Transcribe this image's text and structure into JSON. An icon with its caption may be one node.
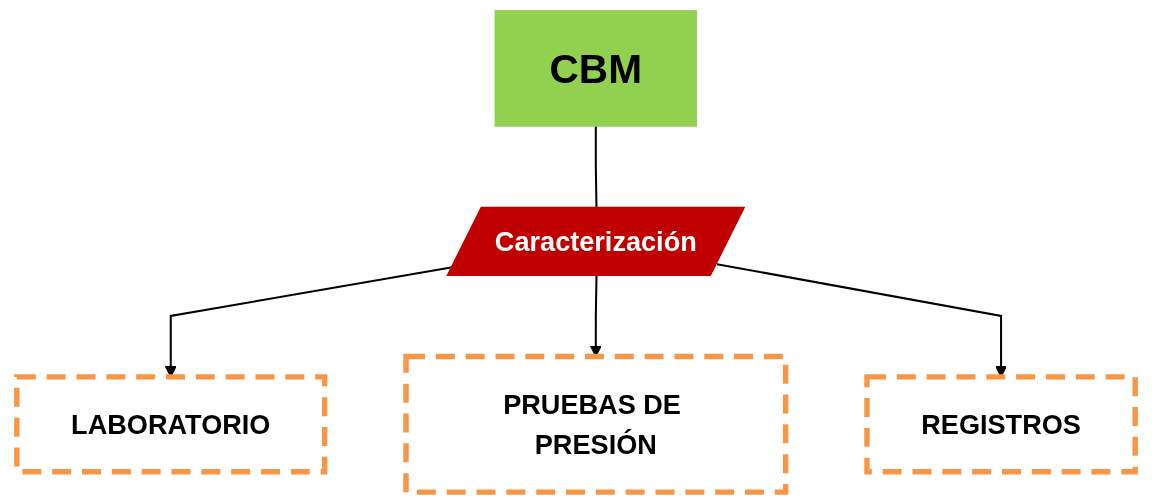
{
  "diagram": {
    "nodes": [
      {
        "text": [
          "CBM"
        ]
      },
      {
        "text": [
          "Caracterización"
        ]
      },
      {
        "text": [
          "LABORATORIO"
        ]
      },
      {
        "text": [
          "REGISTROS"
        ]
      },
      {
        "text": [
          "PRUEBAS DE PRESIÓN"
        ]
      }
    ],
    "edges": [
      {
        "from": 0,
        "to": 1,
        "arrow": "none"
      },
      {
        "from": 1,
        "to": 2,
        "arrow": "to"
      },
      {
        "from": 1,
        "to": 4,
        "arrow": "to"
      },
      {
        "from": 1,
        "to": 3,
        "arrow": "to"
      }
    ]
  }
}
